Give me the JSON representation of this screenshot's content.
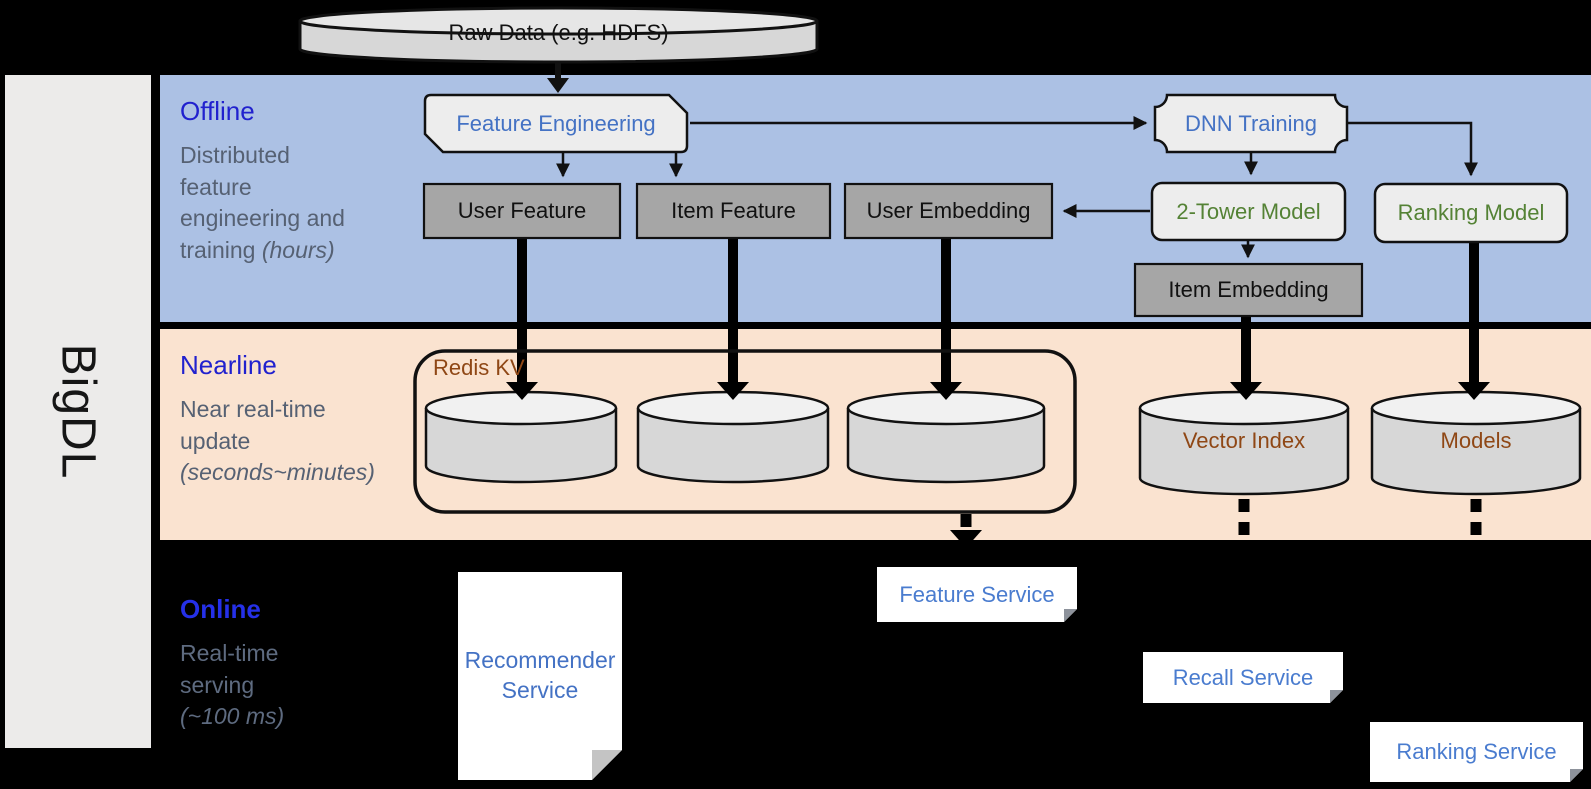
{
  "sidebar": {
    "label": "BigDL"
  },
  "source": {
    "label": "Raw Data (e.g. HDFS)"
  },
  "offline": {
    "title": "Offline",
    "desc": "Distributed feature engineering and training",
    "note": "(hours)",
    "nodes": {
      "feature_engineering": "Feature Engineering",
      "dnn_training": "DNN Training",
      "user_feature": "User Feature",
      "item_feature": "Item Feature",
      "user_embedding": "User Embedding",
      "two_tower_model": "2-Tower Model",
      "ranking_model": "Ranking Model",
      "item_embedding": "Item Embedding"
    }
  },
  "nearline": {
    "title": "Nearline",
    "desc": "Near real-time update",
    "note": "(seconds~minutes)",
    "stores": {
      "redis_kv": "Redis KV",
      "vector_index": "Vector Index",
      "models": "Models"
    }
  },
  "online": {
    "title": "Online",
    "desc": "Real-time serving",
    "note": "(~100 ms)",
    "services": {
      "recommender": "Recommender Service",
      "feature": "Feature Service",
      "recall": "Recall Service",
      "ranking": "Ranking Service"
    }
  },
  "colors": {
    "band_blue": "#ACC1E4",
    "band_peach": "#FAE3D0",
    "sidebar_gray": "#ECEBEA",
    "header_blue": "#2121CE",
    "desc_gray": "#566173",
    "node_blue": "#4472C4",
    "node_green": "#548235",
    "store_brown": "#8F4715",
    "service_blue": "#4A7CCF",
    "box_dark_gray": "#A6A6A6",
    "box_light_gray": "#EDEDED",
    "cylinder_gray": "#D7D7D7"
  }
}
